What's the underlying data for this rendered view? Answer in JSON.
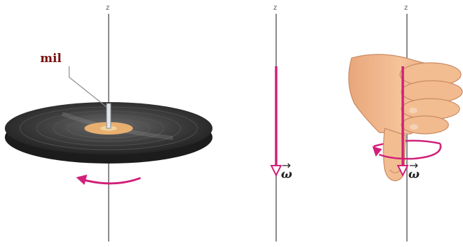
{
  "panels": [
    {
      "axis_label": "z",
      "callout": "mil"
    },
    {
      "axis_label": "z",
      "vector_label": "ω"
    },
    {
      "axis_label": "z",
      "vector_label": "ω"
    }
  ],
  "colors": {
    "vector": "#d0207a",
    "axis": "#8a8a8a",
    "record": "#3a3a3a",
    "label_center": "#e8b070",
    "skin": "#f2b98c",
    "callout": "#7a1010"
  },
  "icons": [
    "vinyl-record-icon",
    "curved-rotation-arrow-icon",
    "right-hand-thumb-down-icon"
  ]
}
